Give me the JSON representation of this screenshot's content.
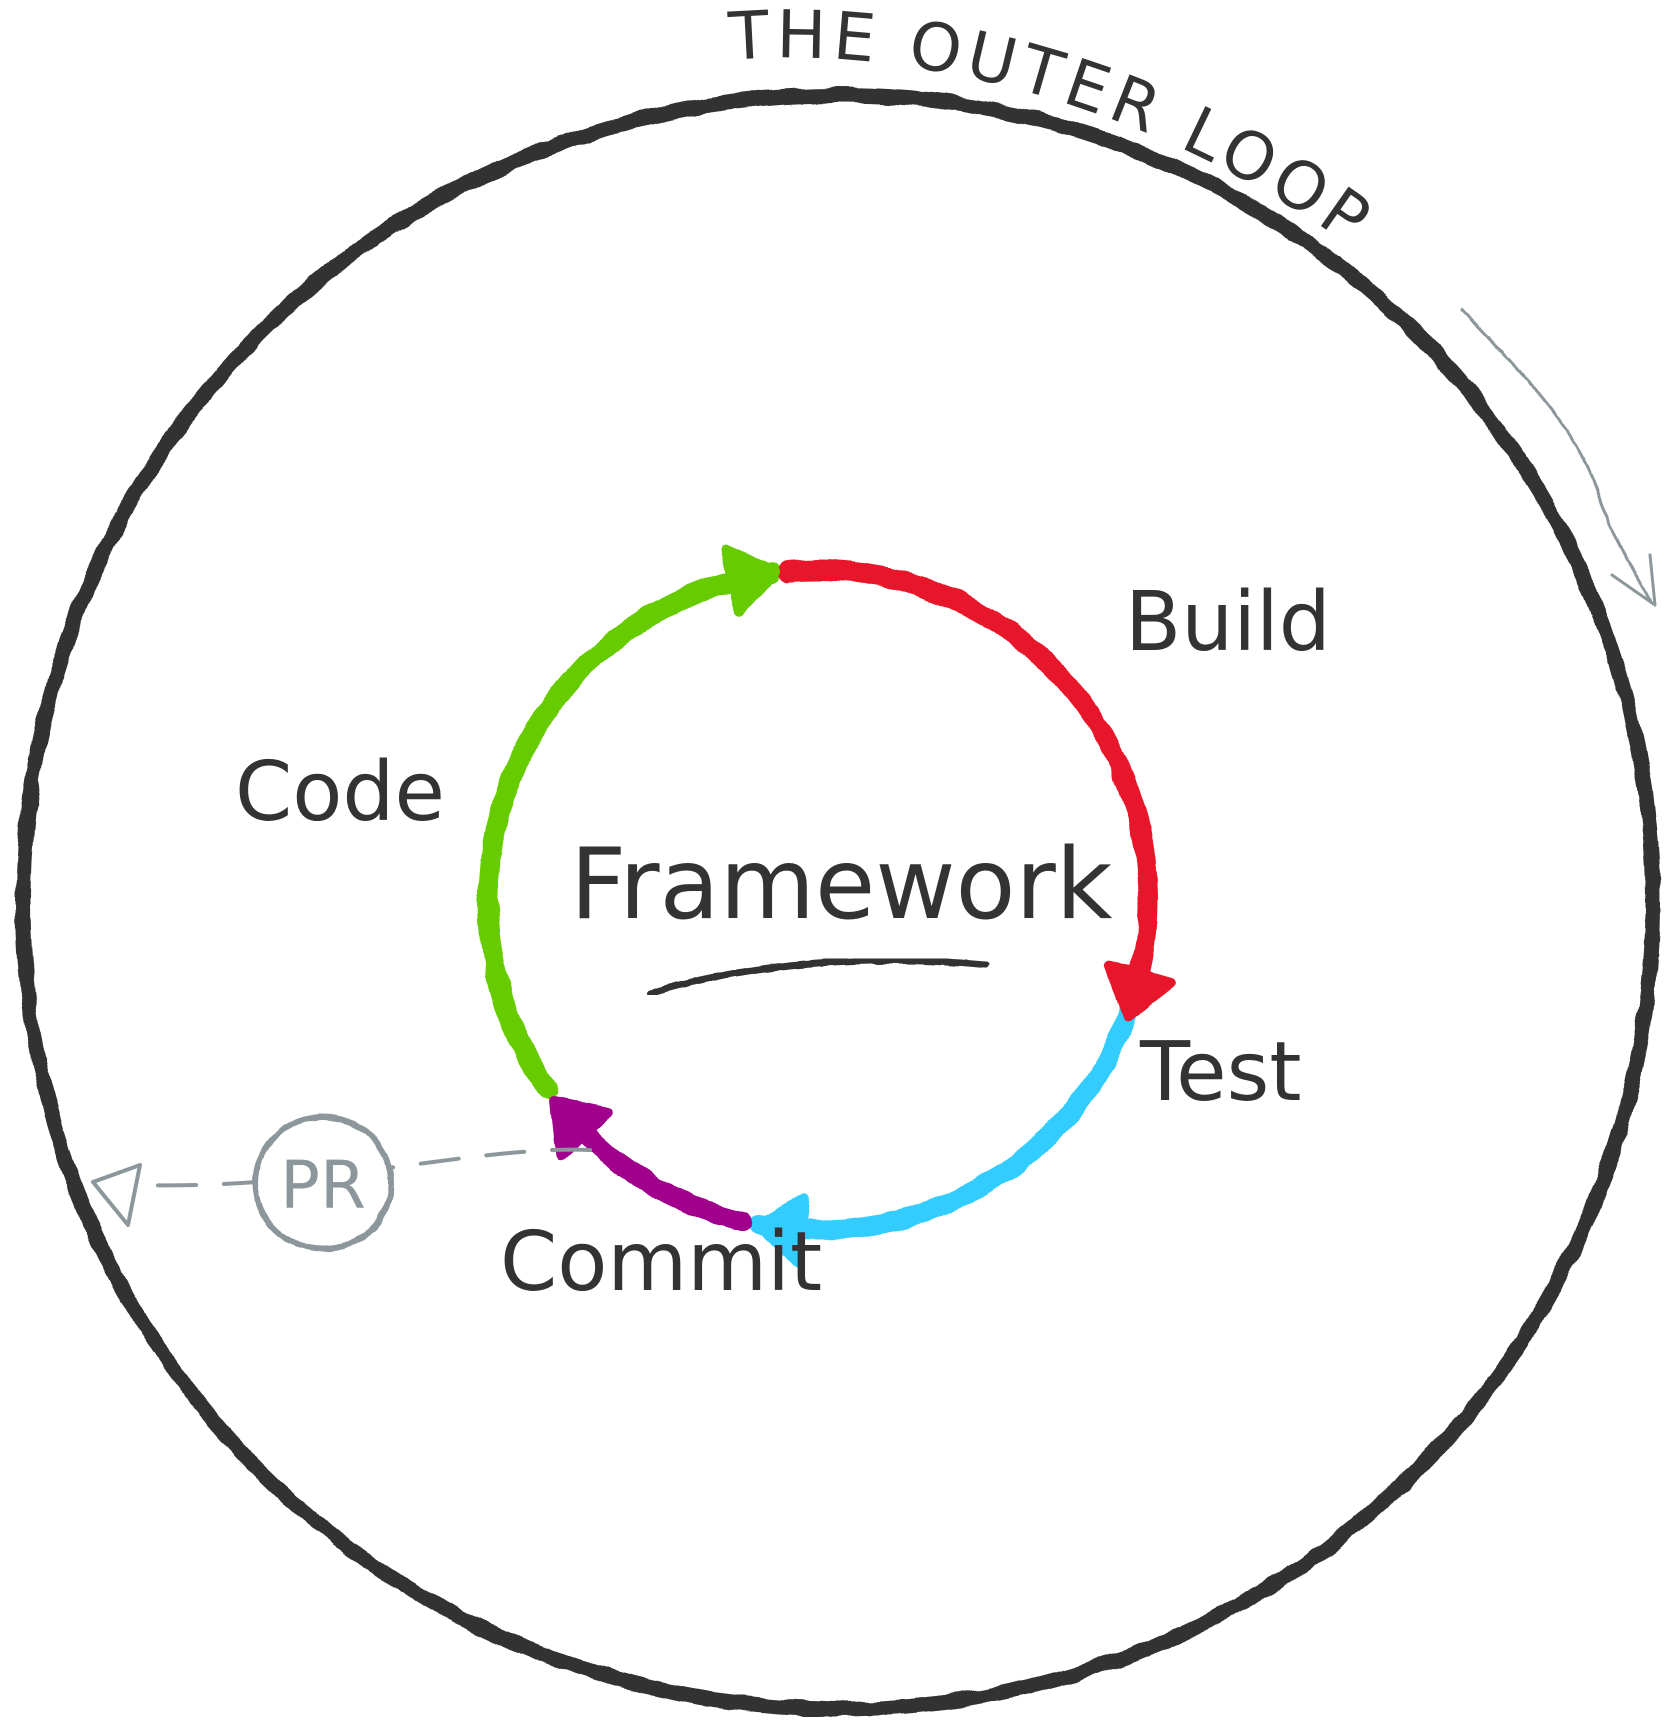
{
  "diagram": {
    "outer_loop": {
      "label": "THE OUTER LOOP",
      "stroke_color": "#333333",
      "arrow_color": "#8c979c"
    },
    "inner_loop": {
      "center_label": "Framework",
      "stages": [
        {
          "label": "Code",
          "color": "#66cc00"
        },
        {
          "label": "Build",
          "color": "#e8192c"
        },
        {
          "label": "Test",
          "color": "#33ccff"
        },
        {
          "label": "Commit",
          "color": "#a0008c"
        }
      ]
    },
    "pull_request": {
      "label": "PR",
      "color": "#8c979c"
    }
  }
}
